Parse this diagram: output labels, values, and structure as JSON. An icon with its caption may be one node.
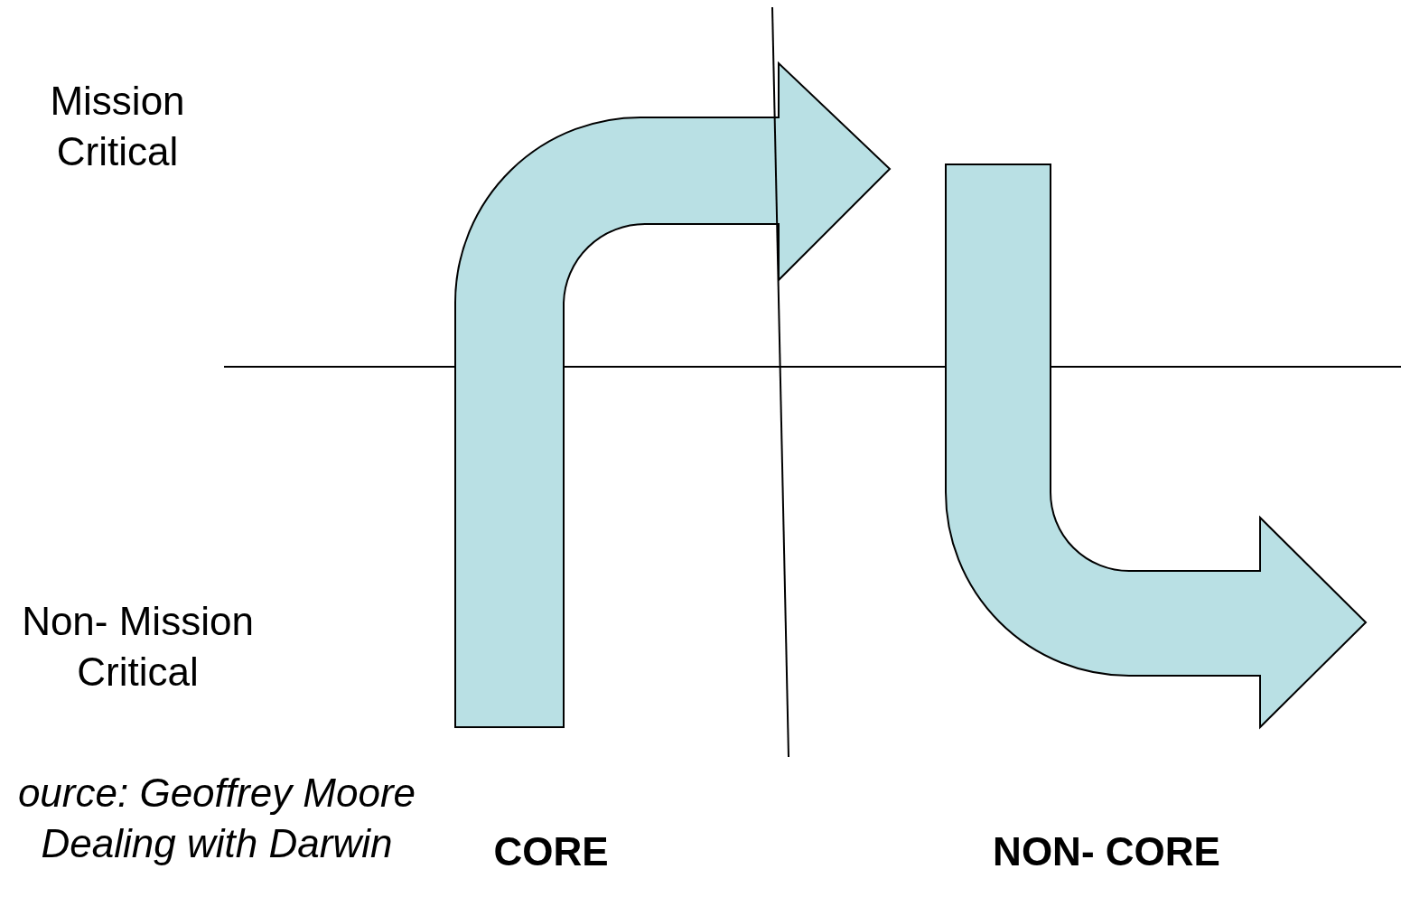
{
  "diagram": {
    "labels": [
      "Mission Critical",
      "Non- Mission Critical",
      "ource: Geoffrey Moore Dealing with Darwin",
      "CORE",
      "NON- CORE"
    ]
  }
}
